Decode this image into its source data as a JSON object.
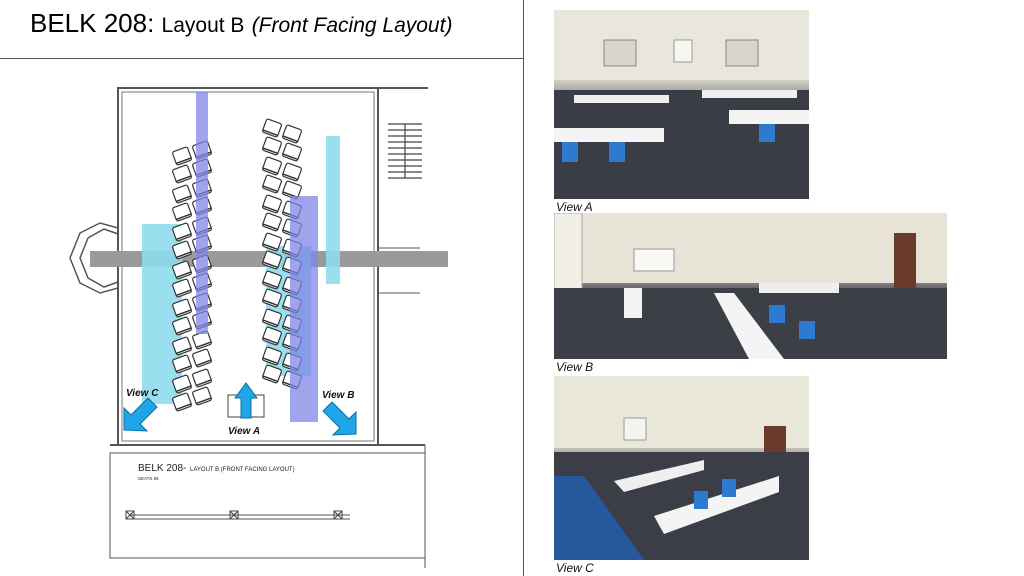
{
  "title": {
    "room": "BELK 208:",
    "layout": "Layout B",
    "subtitle": "(Front Facing Layout)"
  },
  "floorplan": {
    "label_room": "BELK 208-",
    "label_layout": "LAYOUT B (FRONT FACING LAYOUT)",
    "label_seats": "SEATS 56",
    "view_labels": {
      "a": "View A",
      "b": "View B",
      "c": "View C"
    },
    "colors": {
      "light_blue_band": "#8fdcec",
      "purple_band": "#7f86e6",
      "arrow_blue": "#1fa6e8",
      "wall": "#555555",
      "hallway": "#9a9a9a"
    }
  },
  "photos": [
    {
      "caption": "View A"
    },
    {
      "caption": "View B"
    },
    {
      "caption": "View C"
    }
  ]
}
